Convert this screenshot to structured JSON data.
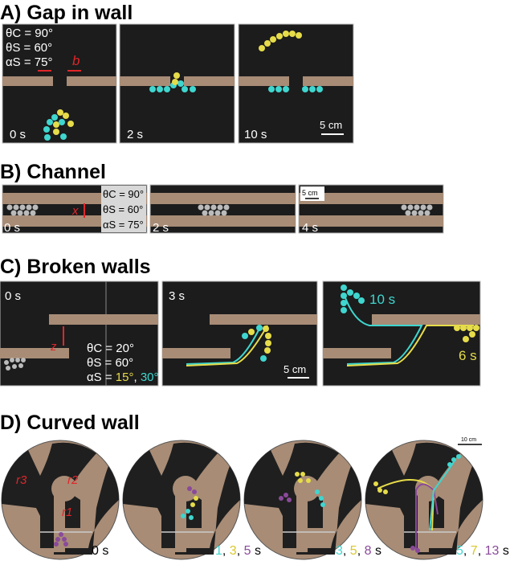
{
  "panels": {
    "A": {
      "title": "A) Gap in wall",
      "params": [
        "θC = 90°",
        "θS = 60°",
        "αS = 75°"
      ],
      "gap_label": "b",
      "times": [
        "0 s",
        "2 s",
        "10 s"
      ],
      "scale": "5 cm"
    },
    "B": {
      "title": "B) Channel",
      "params": [
        "θC = 90°",
        "θS = 60°",
        "αS = 75°"
      ],
      "width_label": "x",
      "times": [
        "0 s",
        "2 s",
        "4 s"
      ],
      "scale": "5 cm"
    },
    "C": {
      "title": "C) Broken walls",
      "params": [
        "θC = 20°",
        "θS = 60°"
      ],
      "alpha_prefix": "αS = ",
      "alpha_values": [
        "15°",
        "30°"
      ],
      "offset_label": "z",
      "times": [
        "0 s",
        "3 s"
      ],
      "time_cyan": "10 s",
      "time_yellow": "6 s",
      "scale": "5 cm"
    },
    "D": {
      "title": "D) Curved wall",
      "radii": [
        "r1",
        "r2",
        "r3"
      ],
      "time0": "0 s",
      "time_groups": [
        [
          "1",
          "3",
          "5"
        ],
        [
          "3",
          "5",
          "8"
        ],
        [
          "5",
          "7",
          "13"
        ]
      ],
      "unit": "s",
      "scale": "10 cm"
    }
  },
  "colors": {
    "cyan": "#3fd6cf",
    "yellow": "#e6dc4a",
    "purple": "#8a4a9a",
    "red": "#e0262a",
    "wall": "#a88c76",
    "floor": "#1c1c1c"
  }
}
